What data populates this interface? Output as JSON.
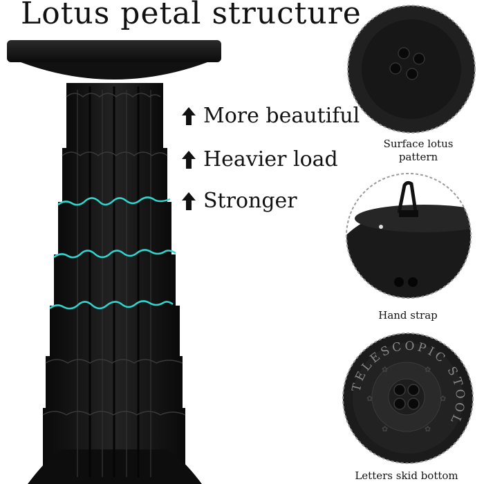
{
  "title": "Lotus petal structure",
  "features": [
    {
      "label": "More beautiful",
      "icon": "up-arrow-icon"
    },
    {
      "label": "Heavier load",
      "icon": "up-arrow-icon"
    },
    {
      "label": "Stronger",
      "icon": "up-arrow-icon"
    }
  ],
  "details": [
    {
      "caption_line1": "Surface lotus",
      "caption_line2": "pattern"
    },
    {
      "caption_line1": "Hand strap",
      "caption_line2": ""
    },
    {
      "caption_line1": "Letters skid bottom",
      "caption_line2": "",
      "ring_text": "TELESCOPIC STOOL"
    }
  ],
  "colors": {
    "product": "#141414",
    "highlight_wave": "#2fd6cf",
    "detail_border": "#9a9a9a"
  }
}
